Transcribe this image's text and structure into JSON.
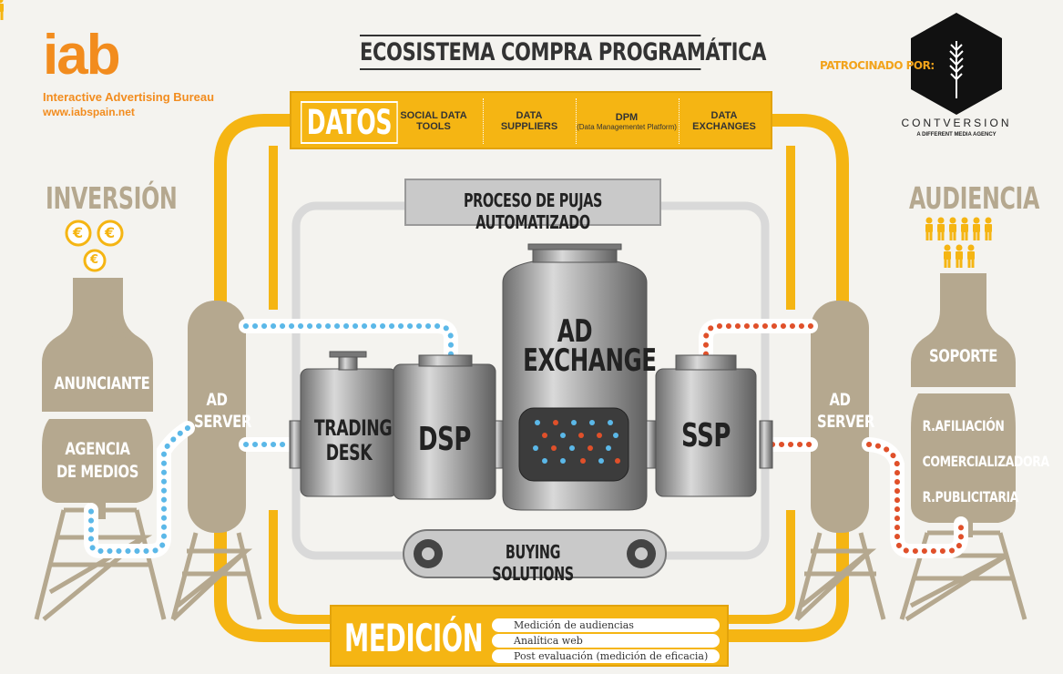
{
  "title": "ECOSISTEMA COMPRA PROGRAMÁTICA",
  "logo": {
    "mark": "iab",
    "name": "Interactive Advertising Bureau",
    "url": "www.iabspain.net"
  },
  "sponsor": {
    "label": "PATROCINADO POR:",
    "name": "CONTVERSION",
    "tagline": "A DIFFERENT MEDIA AGENCY"
  },
  "datos": {
    "title": "DATOS",
    "items": [
      {
        "line1": "SOCIAL DATA",
        "line2": "TOOLS",
        "small": ""
      },
      {
        "line1": "DATA",
        "line2": "SUPPLIERS",
        "small": ""
      },
      {
        "line1": "DPM",
        "line2": "",
        "small": "(Data Managementet Platform)"
      },
      {
        "line1": "DATA",
        "line2": "EXCHANGES",
        "small": ""
      }
    ]
  },
  "process_label": "PROCESO DE PUJAS AUTOMATIZADO",
  "buying_label": "BUYING SOLUTIONS",
  "left": {
    "heading": "INVERSIÓN",
    "coin_symbol": "€",
    "tank_top": "ANUNCIANTE",
    "tank_bottom_1": "AGENCIA",
    "tank_bottom_2": "DE MEDIOS",
    "server_1": "AD",
    "server_2": "SERVER"
  },
  "right": {
    "heading": "AUDIENCIA",
    "tank_top": "SOPORTE",
    "list": [
      "R.AFILIACIÓN",
      "COMERCIALIZADORA",
      "R.PUBLICITARIA"
    ],
    "server_1": "AD",
    "server_2": "SERVER"
  },
  "machines": {
    "trading_1": "TRADING",
    "trading_2": "DESK",
    "dsp": "DSP",
    "exchange_1": "AD",
    "exchange_2": "EXCHANGE",
    "ssp": "SSP"
  },
  "medicion": {
    "title": "MEDICIÓN",
    "items": [
      "Medición de audiencias",
      "Analítica web",
      "Post evaluación (medición de eficacia)"
    ]
  },
  "colors": {
    "orange": "#f28c1e",
    "yellow": "#f5b513",
    "tan": "#b5a88f",
    "blue_dot": "#5bb8e8",
    "red_dot": "#e0502a"
  }
}
